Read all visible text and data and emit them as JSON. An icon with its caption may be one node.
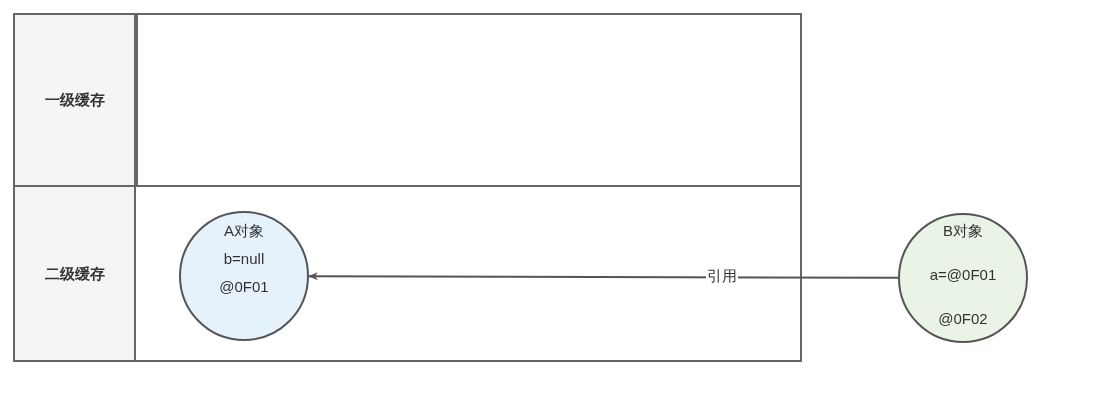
{
  "diagram": {
    "nodes": [
      {
        "text": [
          "一级缓存"
        ]
      },
      {
        "text": [],
        "shape": "box"
      },
      {
        "text": [
          "二级缓存"
        ]
      },
      {
        "text": [],
        "shape": "box"
      },
      {
        "text": [
          "A对象",
          "b=null",
          "@0F01"
        ],
        "in": 3
      },
      {
        "text": [
          "B对象",
          "a=@0F01",
          "@0F02"
        ]
      }
    ],
    "edges": [
      {
        "from": 5,
        "to": 4,
        "arrow": "to",
        "label": "引用"
      }
    ]
  }
}
